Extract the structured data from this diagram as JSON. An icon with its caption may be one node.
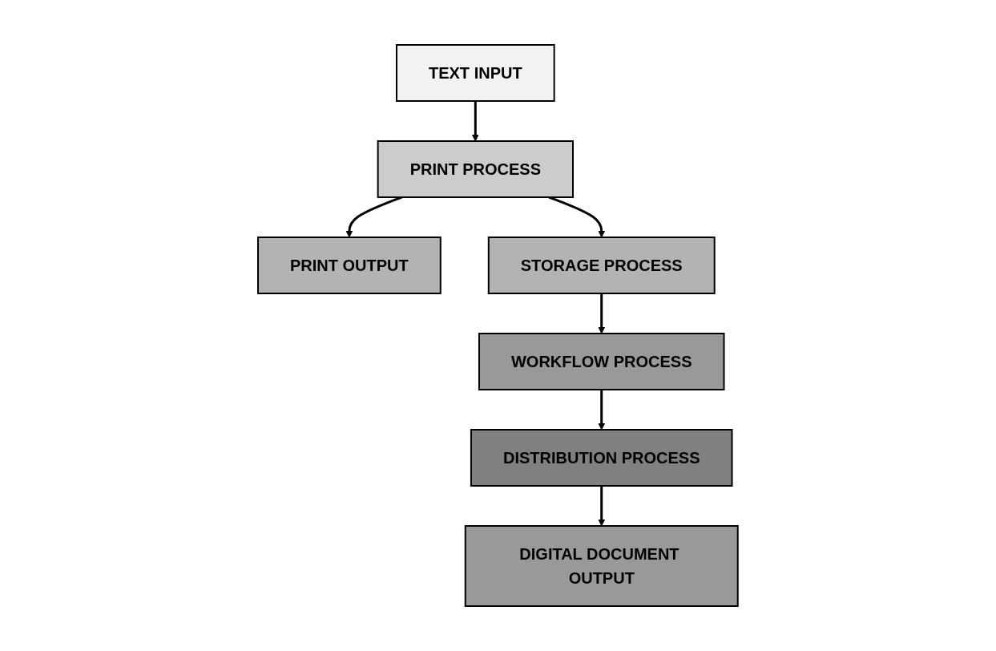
{
  "diagram": {
    "nodes": [
      {
        "text": [
          "TEXT INPUT"
        ]
      },
      {
        "text": [
          "PRINT PROCESS"
        ]
      },
      {
        "text": [
          "PRINT OUTPUT"
        ]
      },
      {
        "text": [
          "STORAGE PROCESS"
        ]
      },
      {
        "text": [
          "WORKFLOW PROCESS"
        ]
      },
      {
        "text": [
          "DISTRIBUTION PROCESS"
        ]
      },
      {
        "text": [
          "DIGITAL DOCUMENT OUTPUT"
        ]
      }
    ],
    "edges": [
      {
        "from": 0,
        "to": 1,
        "arrow": "to"
      },
      {
        "from": 1,
        "to": 2,
        "arrow": "to"
      },
      {
        "from": 1,
        "to": 3,
        "arrow": "to"
      },
      {
        "from": 3,
        "to": 4,
        "arrow": "to"
      },
      {
        "from": 4,
        "to": 5,
        "arrow": "to"
      },
      {
        "from": 5,
        "to": 6,
        "arrow": "to"
      }
    ]
  }
}
